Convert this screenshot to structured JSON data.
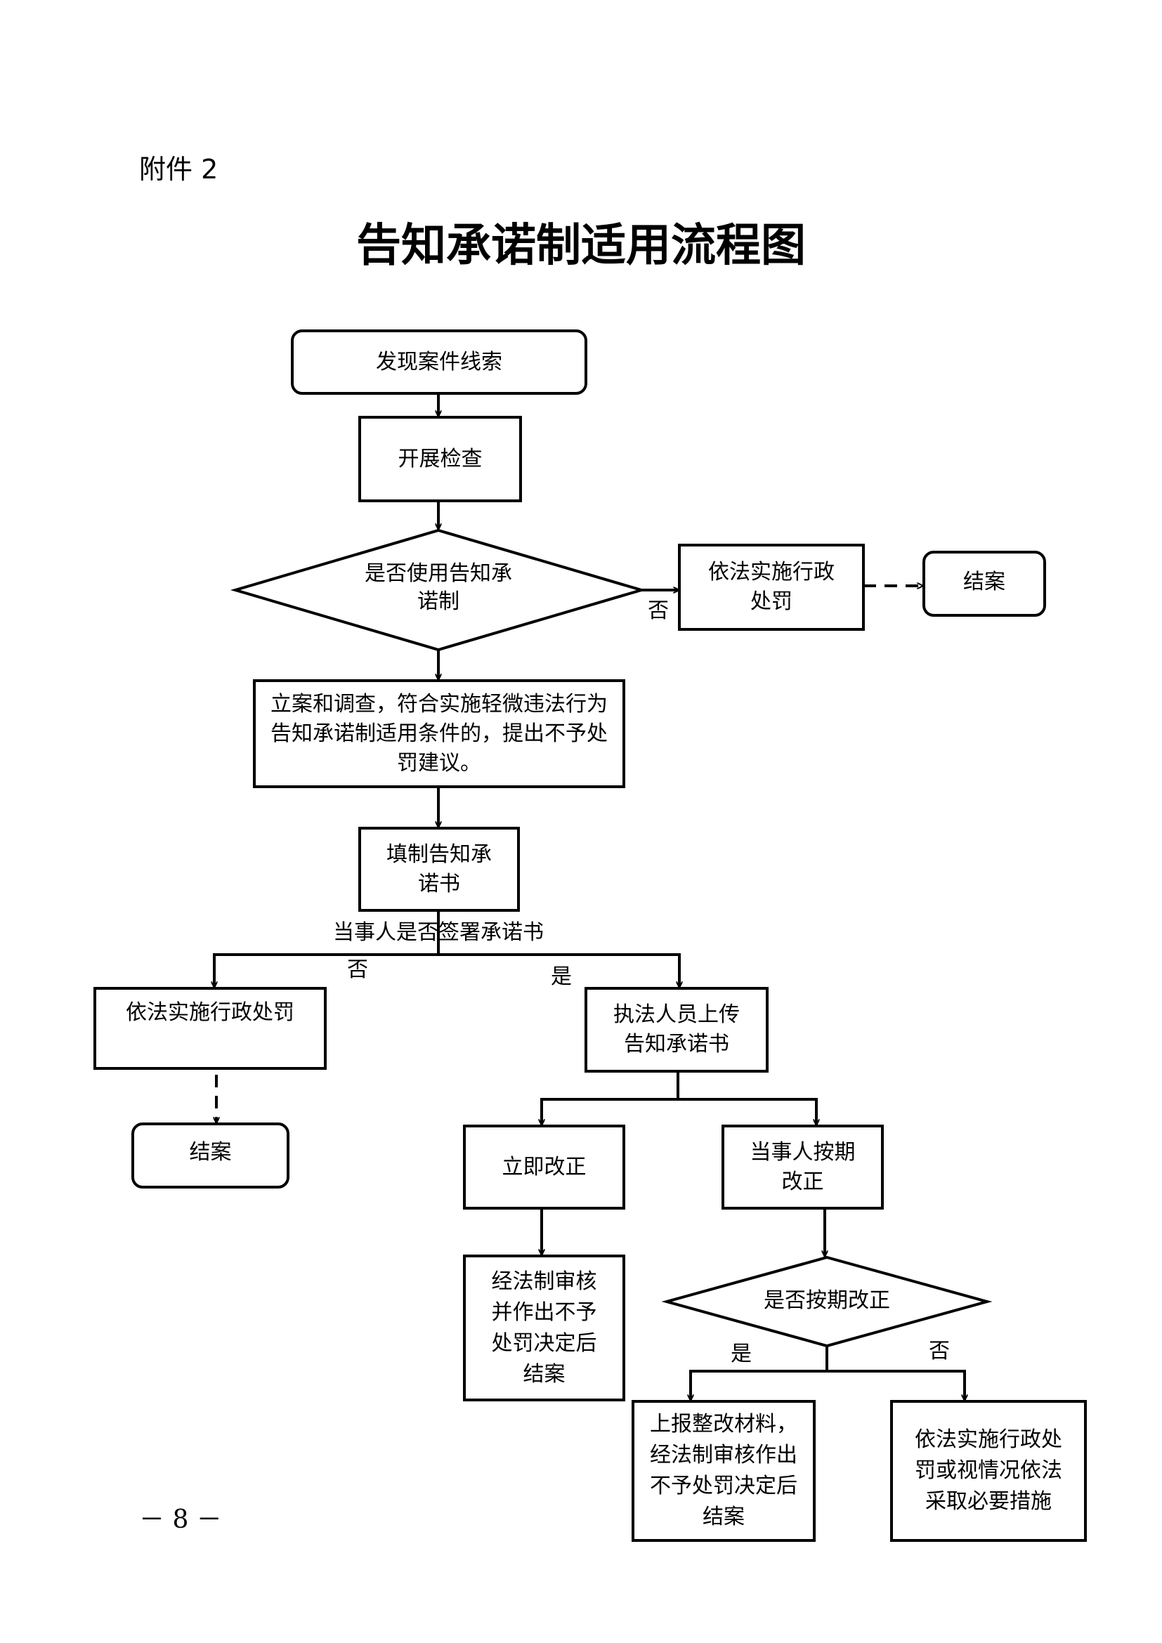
{
  "header": {
    "attachment": "附件 2",
    "title": "告知承诺制适用流程图"
  },
  "flow": {
    "discover": "发现案件线索",
    "inspect": "开展检查",
    "decision_use": "是否使用告知承诺制",
    "no_label_1": "否",
    "punish_1": "依法实施行政处罚",
    "close_1": "结案",
    "investigate": "立案和调查，符合实施轻微违法行为告知承诺制适用条件的，提出不予处罚建议。",
    "fill_form": "填制告知承诺书",
    "sign_question": "当事人是否签署承诺书",
    "no_label_2": "否",
    "yes_label_2": "是",
    "punish_2": "依法实施行政处罚",
    "close_2": "结案",
    "upload": "执法人员上传告知承诺书",
    "correct_now": "立即改正",
    "correct_on_time": "当事人按期改正",
    "review_close": "经法制审核并作出不予处罚决定后结案",
    "decision_on_time": "是否按期改正",
    "yes_label_3": "是",
    "no_label_3": "否",
    "report": "上报整改材料，经法制审核作出不予处罚决定后结案",
    "measures": "依法实施行政处罚或视情况依法采取必要措施"
  },
  "footer": {
    "page_number": "－ 8 －"
  }
}
